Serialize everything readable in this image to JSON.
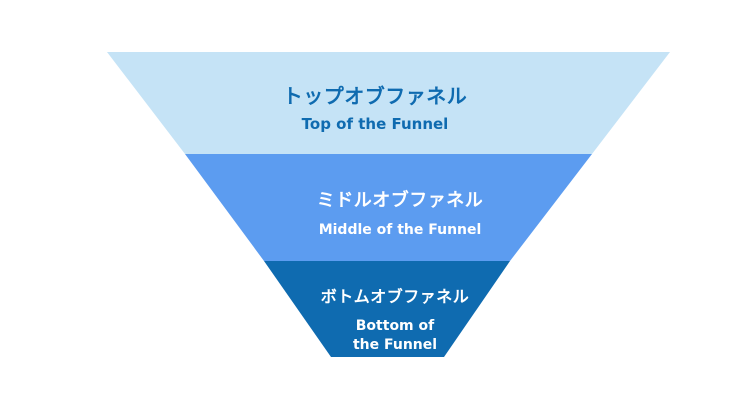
{
  "stages": [
    {
      "label_ja": "トップオブファネル",
      "label_en": "Top of the Funnel",
      "color": "#c5e3f6"
    },
    {
      "label_ja": "ミドルオブファネル",
      "label_en": "Middle of the Funnel",
      "color": "#5c9cf0"
    },
    {
      "label_ja": "ボトムオブファネル",
      "label_en_line1": "Bottom of",
      "label_en_line2": "the Funnel",
      "color": "#0f6bb0"
    }
  ],
  "colors": {
    "top_text": "#0f6bb0",
    "inner_text": "#ffffff"
  }
}
